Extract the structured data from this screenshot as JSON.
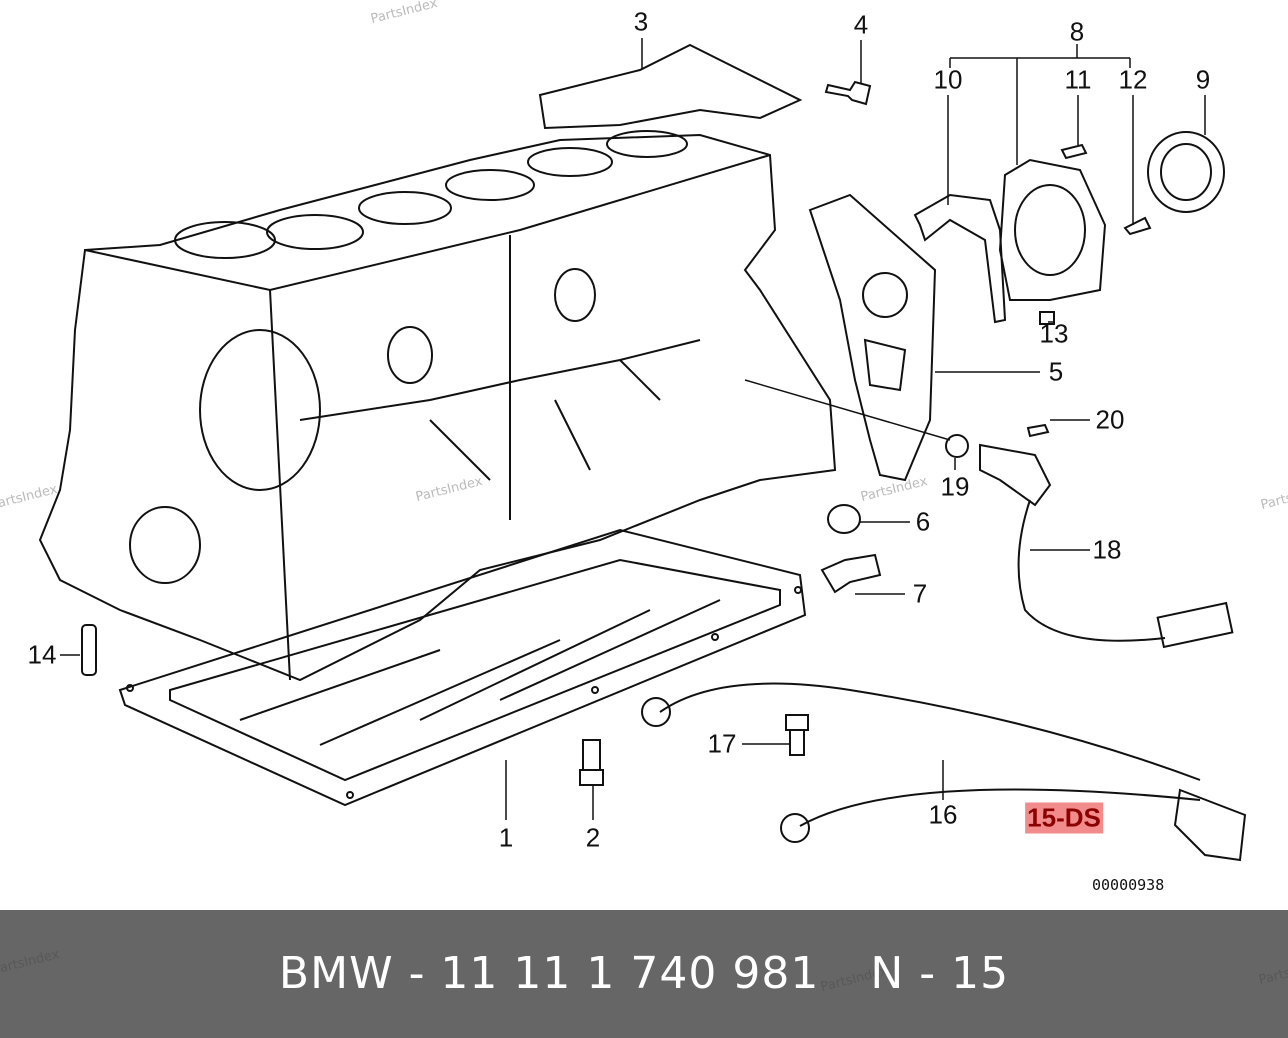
{
  "diagram": {
    "callouts": [
      "1",
      "2",
      "3",
      "4",
      "5",
      "6",
      "7",
      "8",
      "9",
      "10",
      "11",
      "12",
      "13",
      "14",
      "15-DS",
      "16",
      "17",
      "18",
      "19",
      "20"
    ],
    "highlighted_callout": "15-DS",
    "drawing_code": "00000938",
    "watermark": "PartsIndex"
  },
  "footer": {
    "part_number": "BMW - 11 11 1 740 981",
    "position": "N - 15"
  },
  "colors": {
    "footer_bg": "#666666",
    "highlight_bg": "#f28b8b",
    "highlight_text": "#8b0000"
  }
}
